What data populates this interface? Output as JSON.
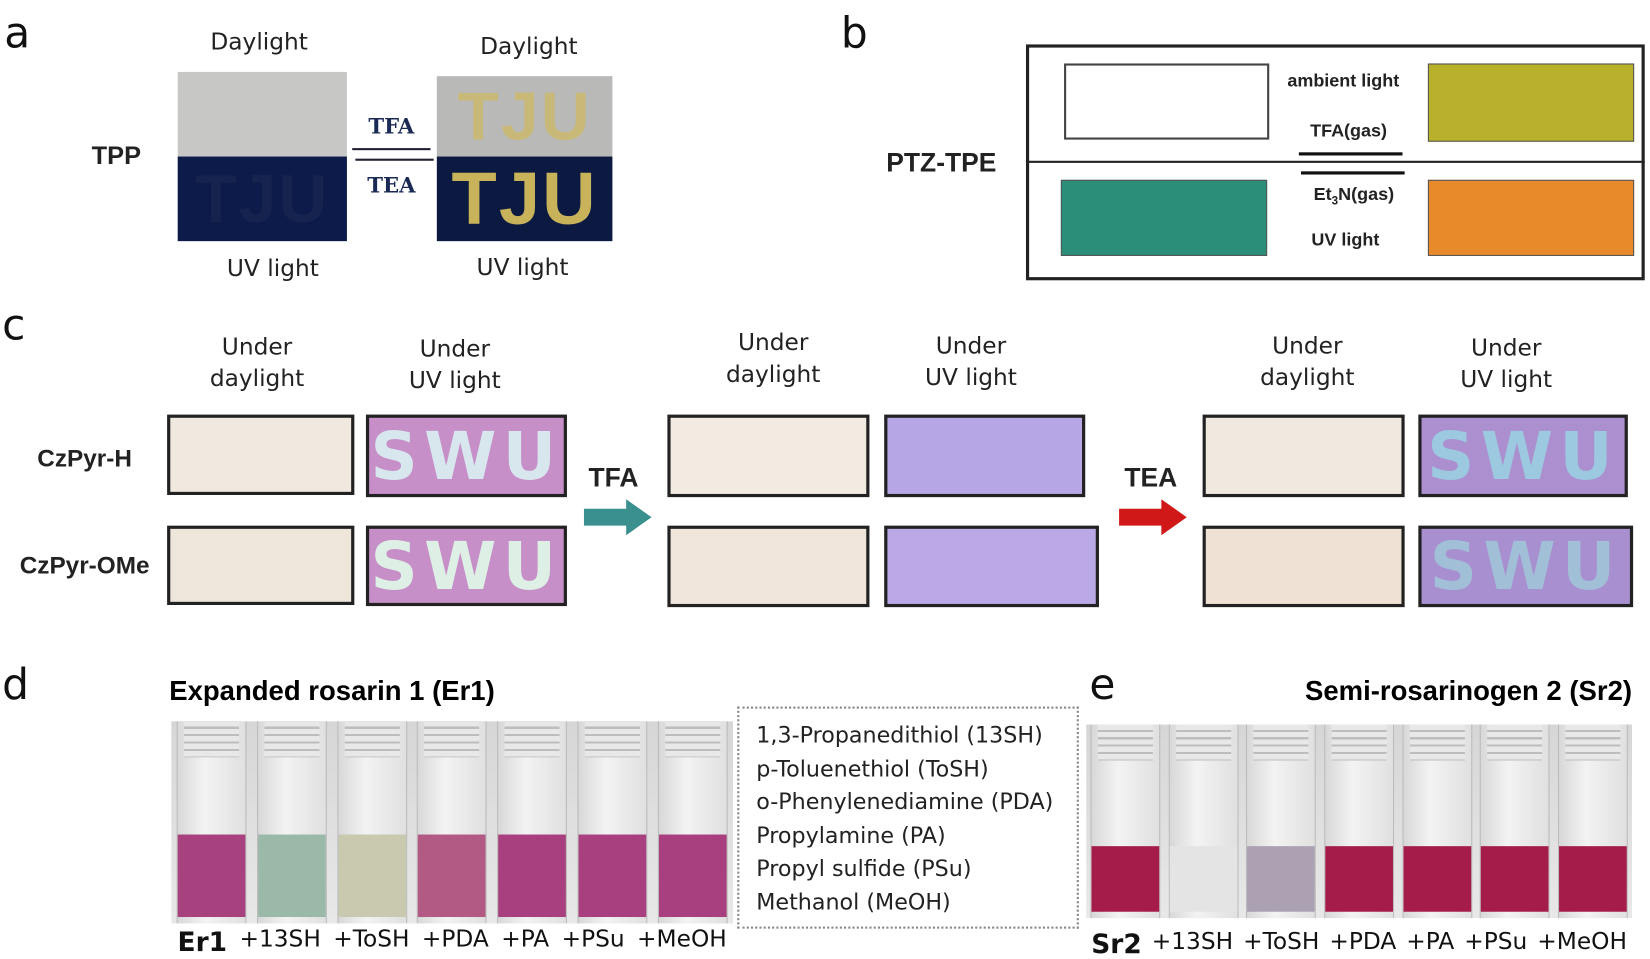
{
  "panel_a": {
    "label": "a",
    "compound": "TPP",
    "top_left_label": "Daylight",
    "top_right_label": "Daylight",
    "bottom_left_label": "UV light",
    "bottom_right_label": "UV light",
    "forward_reagent": "TFA",
    "reverse_reagent": "TEA",
    "pattern_text": "TJU"
  },
  "panel_b": {
    "label": "b",
    "compound": "PTZ-TPE",
    "ambient_label": "ambient light",
    "forward_reagent": "TFA(gas)",
    "reverse_reagent_prefix": "Et",
    "reverse_reagent_sub": "3",
    "reverse_reagent_suffix": "N(gas)",
    "uv_label": "UV light",
    "colors": {
      "ambient_before": "#ffffff",
      "ambient_after": "#b9b02b",
      "uv_before": "#2a8e78",
      "uv_after": "#e98a2a"
    }
  },
  "panel_c": {
    "label": "c",
    "headers": [
      "Under\ndaylight",
      "Under\nUV light",
      "Under\ndaylight",
      "Under\nUV light",
      "Under\ndaylight",
      "Under\nUV light"
    ],
    "rows": [
      "CzPyr-H",
      "CzPyr-OMe"
    ],
    "arrow1_label": "TFA",
    "arrow2_label": "TEA",
    "pattern_text": "SWU",
    "colors": {
      "arrow1": "#3a8f8f",
      "arrow2": "#d01818"
    }
  },
  "panel_d": {
    "label": "d",
    "title": "Expanded rosarin 1 (Er1)",
    "vial_labels": [
      "Er1",
      "+13SH",
      "+ToSH",
      "+PDA",
      "+PA",
      "+PSu",
      "+MeOH"
    ],
    "vial_colors": [
      "#a8427f",
      "#9bb9a9",
      "#c9c9b0",
      "#b25a84",
      "#a8407f",
      "#a8407f",
      "#a8407f"
    ]
  },
  "legend": {
    "items": [
      "1,3-Propanedithiol (13SH)",
      "p-Toluenethiol (ToSH)",
      "o-Phenylenediamine (PDA)",
      "Propylamine (PA)",
      "Propyl sulfide (PSu)",
      "Methanol (MeOH)"
    ]
  },
  "panel_e": {
    "label": "e",
    "title": "Semi-rosarinogen 2 (Sr2)",
    "vial_labels": [
      "Sr2",
      "+13SH",
      "+ToSH",
      "+PDA",
      "+PA",
      "+PSu",
      "+MeOH"
    ],
    "vial_colors": [
      "#a51c4b",
      "#e4e4e4",
      "#aba1b2",
      "#a51c4b",
      "#a51c4b",
      "#a51c4b",
      "#a51c4b"
    ]
  }
}
